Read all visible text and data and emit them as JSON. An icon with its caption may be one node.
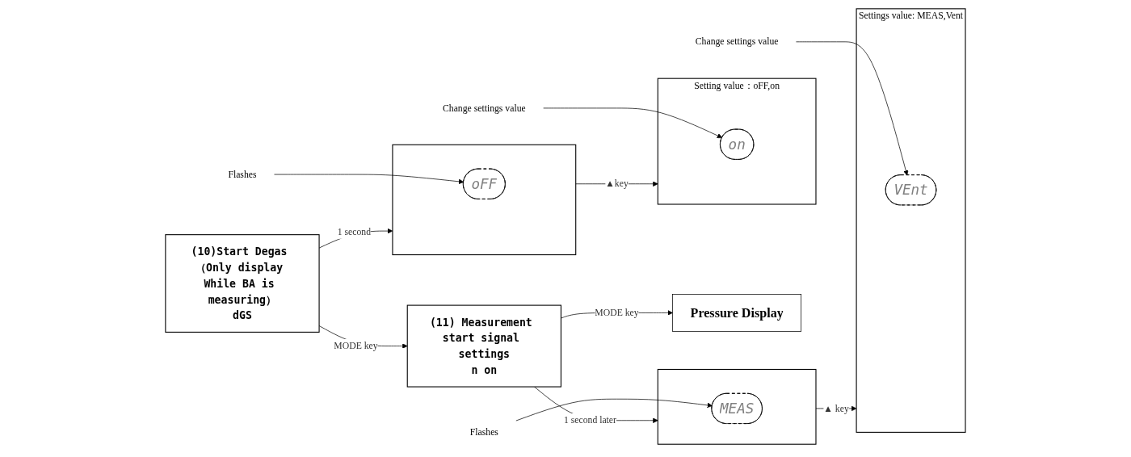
{
  "diagram": {
    "nodes": [
      {
        "text": [
          "(10)Start Degas （Only display While BA is measuring）",
          "dGS"
        ]
      },
      {
        "text": [],
        "shape": "box"
      },
      {
        "text": [
          "oFF"
        ],
        "in": 1
      },
      {
        "text": [
          "Flashes"
        ]
      },
      {
        "text": [],
        "shape": "box",
        "beside": [
          "Setting value：oFF,on"
        ]
      },
      {
        "text": [
          "on"
        ],
        "in": 4
      },
      {
        "text": [
          "Change settings value"
        ]
      },
      {
        "text": [
          "(11) Measurement start signal settings",
          "n on"
        ]
      },
      {
        "text": [],
        "shape": "box"
      },
      {
        "text": [
          "MEAS"
        ],
        "in": 8
      },
      {
        "text": [
          "Flashes"
        ]
      },
      {
        "text": [],
        "shape": "box",
        "beside": [
          "Settings value: MEAS,Vent"
        ]
      },
      {
        "text": [
          "VEnt"
        ],
        "in": 11
      },
      {
        "text": [
          "Change settings value"
        ]
      },
      {
        "text": [
          "Pressure Display"
        ]
      }
    ],
    "edges": [
      {
        "from": 0,
        "to": 1,
        "arrow": "to",
        "label": "1 second"
      },
      {
        "from": 1,
        "to": 4,
        "arrow": "to",
        "label": "▲key"
      },
      {
        "from": 3,
        "to": 2,
        "arrow": "to"
      },
      {
        "from": 6,
        "to": 5,
        "arrow": "to"
      },
      {
        "from": 0,
        "to": 7,
        "arrow": "to",
        "label": "MODE key"
      },
      {
        "from": 7,
        "to": 8,
        "arrow": "to",
        "label": "1 second later"
      },
      {
        "from": 8,
        "to": 11,
        "arrow": "to",
        "label": "▲ key"
      },
      {
        "from": 10,
        "to": 9,
        "arrow": "to"
      },
      {
        "from": 13,
        "to": 12,
        "arrow": "to"
      },
      {
        "from": 7,
        "to": 14,
        "arrow": "to",
        "label": "MODE key"
      }
    ]
  }
}
